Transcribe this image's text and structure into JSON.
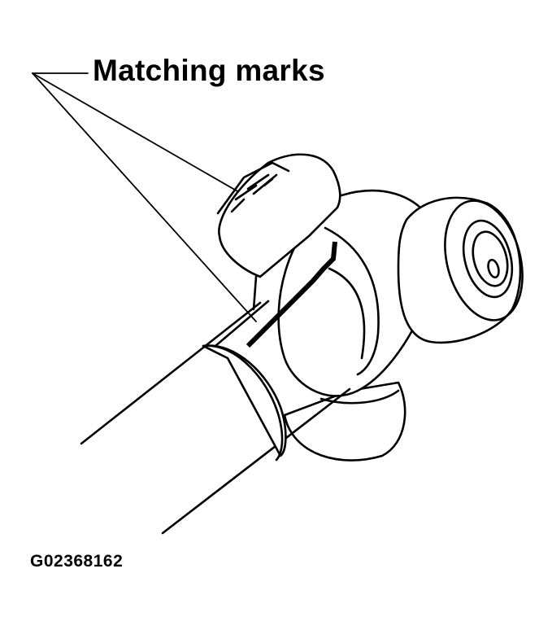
{
  "figure": {
    "callout_label": "Matching marks",
    "figure_id": "G02368162",
    "subject": "universal joint / propeller shaft with matching marks"
  }
}
